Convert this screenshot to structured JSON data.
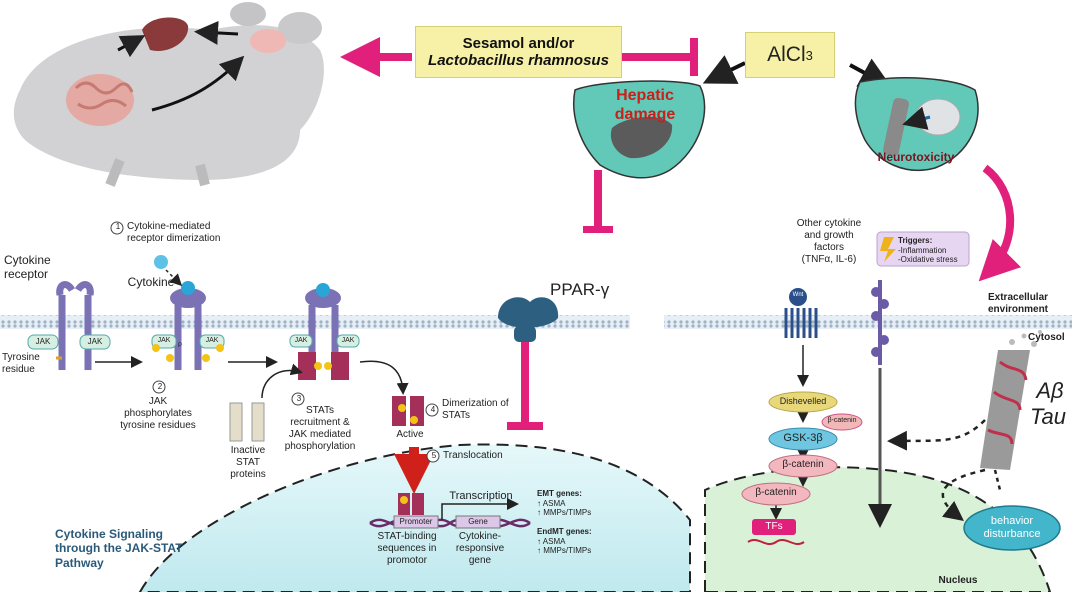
{
  "treatment": {
    "line1": "Sesamol and/or",
    "line2": "Lactobacillus rhamnosus"
  },
  "toxin": {
    "label": "AlCl",
    "subscript": "3"
  },
  "hepatic": {
    "line1": "Hepatic",
    "line2": "damage"
  },
  "neurotoxicity": "Neurotoxicity",
  "pparg": "PPAR-γ",
  "jak_stat": {
    "cytokine_receptor": [
      "Cytokine",
      "receptor"
    ],
    "tyrosine_residue": [
      "Tyrosine",
      "residue"
    ],
    "jak": "JAK",
    "cytokine": "Cytokine",
    "step1": {
      "num": "1",
      "text": [
        "Cytokine-mediated",
        "receptor dimerization"
      ]
    },
    "step2": {
      "num": "2",
      "text": [
        "JAK",
        "phosphorylates",
        "tyrosine residues"
      ]
    },
    "step3": {
      "num": "3",
      "text": [
        "STATs",
        "recruitment &",
        "JAK mediated",
        "phosphorylation"
      ]
    },
    "step4": {
      "num": "4",
      "text": [
        "Dimerization of",
        "STATs"
      ]
    },
    "step5": {
      "num": "5",
      "text": "Translocation"
    },
    "p": "P",
    "active": "Active",
    "inactive": [
      "Inactive",
      "STAT",
      "proteins"
    ],
    "transcription": "Transcription",
    "promoter": "Promoter",
    "gene": "Gene",
    "stat_binding": [
      "STAT-binding",
      "sequences in",
      "promotor"
    ],
    "cytokine_gene": [
      "Cytokine-",
      "responsive",
      "gene"
    ],
    "emt": {
      "title": "EMT genes:",
      "items": [
        "↑ ASMA",
        "↑ MMPs/TIMPs"
      ]
    },
    "endmt": {
      "title": "EndMT genes:",
      "items": [
        "↑ ASMA",
        "↑ MMPs/TIMPs"
      ]
    },
    "caption": [
      "Cytokine Signaling",
      "through the JAK-STAT",
      "Pathway"
    ]
  },
  "wnt": {
    "other_cytokine": [
      "Other cytokine",
      "and growth",
      "factors",
      "(TNFα, IL-6)"
    ],
    "triggers": {
      "title": "Triggers:",
      "items": [
        "-Inflammation",
        "-Oxidative stress"
      ]
    },
    "wnt": "Wnt",
    "extracellular": [
      "Extracellular",
      "environment"
    ],
    "cytosol": "Cytosol",
    "dishevelled": "Dishevelled",
    "bcat_small": "β-catenin",
    "gsk": "GSK-3β",
    "bcat1": "β-catenin",
    "bcat2": "β-catenin",
    "tfs": "TFs",
    "abeta": "Aβ",
    "tau": "Tau",
    "behavior": [
      "behavior",
      "disturbance"
    ],
    "nucleus": "Nucleus"
  },
  "colors": {
    "magenta": "#e0207a",
    "membrane": "#b9c8d8",
    "nucleus_left": "#cdeff2",
    "nucleus_right": "#d9f1d6",
    "teal_blob": "#62c8b7",
    "yellow_box": "#f6f1a6"
  }
}
